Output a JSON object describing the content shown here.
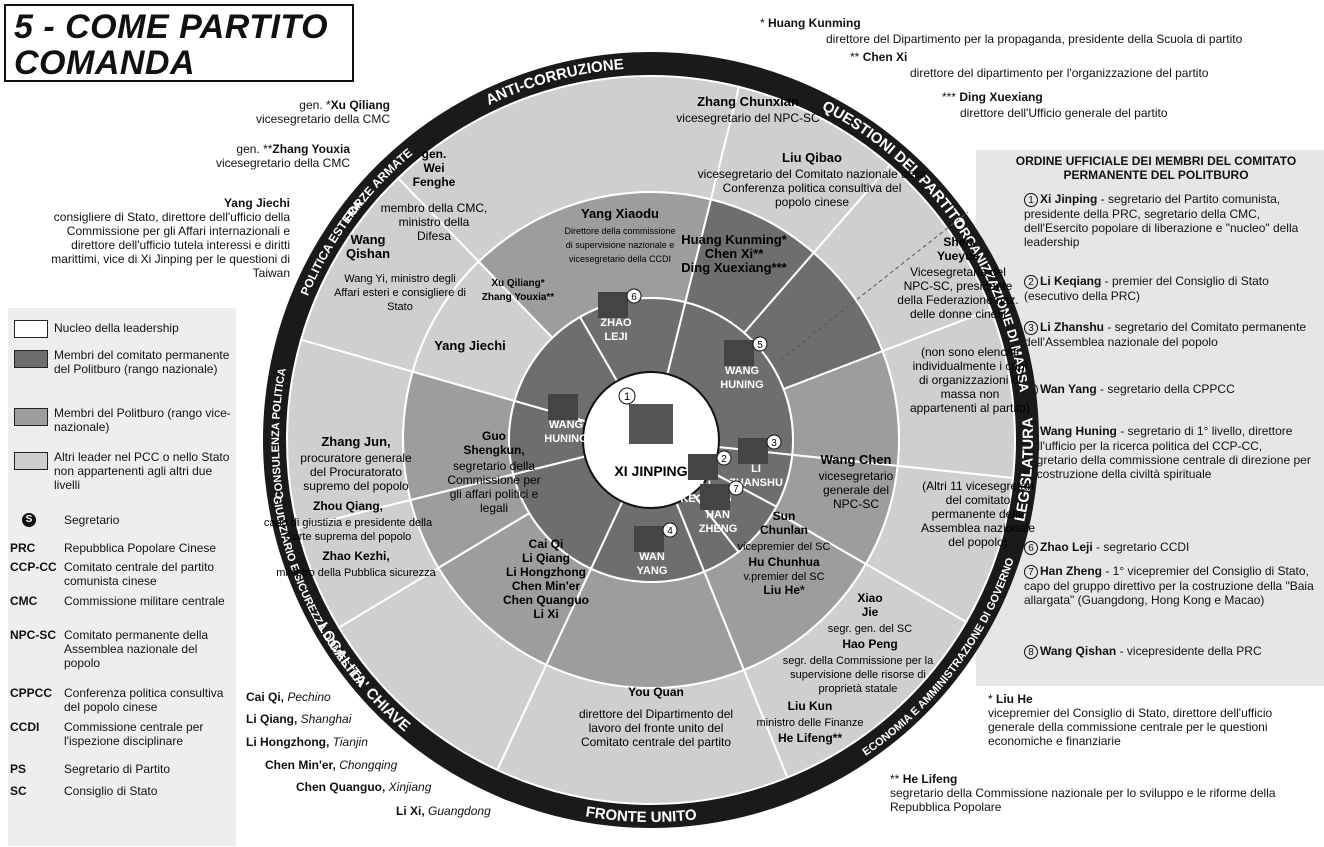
{
  "title": {
    "line1": "5 - COME PARTITO",
    "line2": "COMANDA"
  },
  "ring_labels": {
    "anti_corruzione": "ANTI-CORRUZIONE",
    "questioni_partito": "QUESTIONI DEL PARTITO",
    "organizzazione_massa": "ORGANIZZAZIONE DI MASSA",
    "legislatura": "LEGISLATURA",
    "economia": "ECONOMIA E AMMINISTRAZIONE DI GOVERNO",
    "fronte_unito": "FRONTE UNITO",
    "localita_chiave": "LOCALITA' CHIAVE",
    "giudiziario": "GIUDIZIARIO E SICUREZZA DOMESTICA",
    "consulenza": "CONSULENZA POLITICA",
    "politica_estera": "POLITICA ESTERA",
    "forze_armate": "FORZE ARMATE"
  },
  "core": {
    "name": "XI JINPING",
    "number": "1"
  },
  "standing_committee": [
    {
      "name": "ZHAO LEJI",
      "number": "6"
    },
    {
      "name": "WANG HUNING",
      "number": "5"
    },
    {
      "name": "LI ZHANSHU",
      "number": "3"
    },
    {
      "name": "LI KEQIANG",
      "number": "2"
    },
    {
      "name": "HAN ZHENG",
      "number": "7"
    },
    {
      "name": "WAN YANG",
      "number": "4"
    },
    {
      "name": "WANG HUNING",
      "number": ""
    }
  ],
  "sectors": {
    "anti_corruption_mid": {
      "name": "Yang Xiaodu",
      "desc": "Direttore della commissione di supervisione nazionale e vicesegretario della CCDI"
    },
    "military_mid": {
      "name": "gen.\nWei\nFenghe",
      "desc": "membro della CMC, ministro della Difesa"
    },
    "military_inner": "Xu Qiliang*\nZhang Youxia**",
    "foreign_outer": {
      "name": "Wang\nQishan",
      "desc": "Wang Yi, ministro degli Affari esteri e consigliere di Stato"
    },
    "foreign_inner": "Yang Jiechi",
    "party_outer": {
      "name": "Zhang Chunxian",
      "desc": "vicesegretario del NPC-SC"
    },
    "party_outer2": {
      "name": "Liu Qibao",
      "desc": "vicesegretario del Comitato nazionale della Conferenza politica consultiva del popolo cinese"
    },
    "party_inner": [
      "Huang Kunming*",
      "Chen Xi**",
      "Ding Xuexiang***"
    ],
    "mass_org": {
      "name": "Shen\nYueyue",
      "desc": "Vicesegretaria del NPC-SC, presidente della Federazione naz. delle donne cinesi",
      "note": "(non sono elencati individualmente i capi di organizzazioni di massa non appartenenti al partito)"
    },
    "legislature_mid": {
      "name": "Wang Chen",
      "desc": "vicesegretario generale del NPC-SC"
    },
    "legislature_outer": "(Altri 11 vicesegretari del comitato permanente della Assemblea nazionale del popolo)",
    "economy_mid": {
      "name": "Sun\nChunlan",
      "desc": "vicepremier del SC",
      "name2": "Hu Chunhua",
      "desc2": "v.premier del SC",
      "name3": "Liu He*"
    },
    "economy_outer": [
      {
        "name": "Xiao\nJie",
        "desc": "segr. gen. del SC"
      },
      {
        "name": "Hao Peng",
        "desc": "segr. della Commissione per la supervisione delle risorse di proprietà statale"
      },
      {
        "name": "Liu Kun",
        "desc": "ministro delle Finanze"
      },
      {
        "name": "He Lifeng**",
        "desc": ""
      }
    ],
    "united_front": {
      "name": "You Quan",
      "desc": "direttore del Dipartimento del lavoro del fronte unito del Comitato centrale del partito"
    },
    "localities_mid": [
      "Cai Qi",
      "Li Qiang",
      "Li Hongzhong",
      "Chen Min'er",
      "Chen Quanguo",
      "Li Xi"
    ],
    "justice_mid": {
      "name": "Guo\nShengkun,",
      "desc": "segretario della Commissione per gli affari politici e legali"
    },
    "justice_outer": {
      "name1": "Zhang Jun,",
      "desc1": "procuratore generale del Procuratorato supremo del popolo",
      "name2": "Zhou Qiang,",
      "desc2": "capo di giustizia e presidente della Corte suprema del popolo",
      "name3": "Zhao Kezhi,",
      "desc3": "ministro della Pubblica sicurezza"
    }
  },
  "outside_notes": {
    "xu_qiliang": {
      "prefix": "gen. *",
      "name": "Xu Qiliang",
      "desc": "vicesegretario della CMC"
    },
    "zhang_youxia": {
      "prefix": "gen. **",
      "name": "Zhang Youxia",
      "desc": "vicesegretario della CMC"
    },
    "yang_jiechi": {
      "name": "Yang Jiechi",
      "desc": "consigliere di Stato, direttore dell'ufficio della Commissione per gli Affari internazionali e direttore dell'ufficio tutela interessi e diritti marittimi, vice di Xi Jinping per le questioni di Taiwan"
    },
    "huang_kunming": {
      "prefix": "* ",
      "name": "Huang Kunming",
      "desc": "direttore del Dipartimento per la propaganda, presidente della Scuola di partito"
    },
    "chen_xi": {
      "prefix": "** ",
      "name": "Chen Xi",
      "desc": "direttore del dipartimento per l'organizzazione del partito"
    },
    "ding_xuexiang": {
      "prefix": "*** ",
      "name": "Ding Xuexiang",
      "desc": "direttore dell'Ufficio generale del partito"
    },
    "liu_he": {
      "prefix": "* ",
      "name": "Liu He",
      "desc": "vicepremier del Consiglio di Stato, direttore dell'ufficio generale della commissione centrale per le questioni economiche e finanziarie"
    },
    "he_lifeng": {
      "prefix": "** ",
      "name": "He Lifeng",
      "desc": "segretario della Commissione nazionale per lo sviluppo e le riforme della Repubblica Popolare"
    },
    "localities": [
      {
        "name": "Cai Qi,",
        "place": "Pechino"
      },
      {
        "name": "Li Qiang,",
        "place": "Shanghai"
      },
      {
        "name": "Li Hongzhong,",
        "place": "Tianjin"
      },
      {
        "name": "Chen Min'er,",
        "place": "Chongqing"
      },
      {
        "name": "Chen Quanguo,",
        "place": "Xinjiang"
      },
      {
        "name": "Li Xi,",
        "place": "Guangdong"
      }
    ]
  },
  "order": {
    "title": "ORDINE UFFICIALE DEI MEMBRI DEL COMITATO PERMANENTE DEL POLITBURO",
    "items": [
      {
        "n": "1",
        "name": "Xi Jinping",
        "desc": " - segretario del Partito comunista, presidente della PRC, segretario della CMC, dell'Esercito popolare di liberazione e \"nucleo\" della leadership"
      },
      {
        "n": "2",
        "name": "Li Keqiang",
        "desc": " - premier del Consiglio di Stato (esecutivo della PRC)"
      },
      {
        "n": "3",
        "name": "Li Zhanshu",
        "desc": " - segretario del Comitato permanente dell'Assemblea nazionale del popolo"
      },
      {
        "n": "4",
        "name": "Wan Yang",
        "desc": " - segretario della CPPCC"
      },
      {
        "n": "5",
        "name": "Wang Huning",
        "desc": " - segretario di 1° livello, direttore dell'ufficio per la ricerca politica del CCP-CC, segretario della commissione centrale di direzione per la costruzione della civiltà spirituale"
      },
      {
        "n": "6",
        "name": "Zhao Leji",
        "desc": " - segretario CCDI"
      },
      {
        "n": "7",
        "name": "Han Zheng",
        "desc": " - 1° vicepremier del Consiglio di Stato, capo del gruppo direttivo per la costruzione della \"Baia allargata\" (Guangdong, Hong Kong e Macao)"
      },
      {
        "n": "8",
        "name": "Wang Qishan",
        "desc": " - vicepresidente della PRC"
      }
    ]
  },
  "legend": {
    "swatches": [
      {
        "color": "#ffffff",
        "label": "Nucleo della leadership"
      },
      {
        "color": "#6e6e6e",
        "label": "Membri del comitato permanente del Politburo (rango nazionale)"
      },
      {
        "color": "#9d9d9d",
        "label": "Membri del Politburo (rango vice-nazionale)"
      },
      {
        "color": "#cfcfcf",
        "label": "Altri leader nel PCC o nello Stato non appartenenti agli altri due livelli"
      }
    ],
    "secretary_symbol": "S",
    "secretary_label": "Segretario",
    "abbreviations": [
      {
        "abbr": "PRC",
        "text": "Repubblica Popolare Cinese"
      },
      {
        "abbr": "CCP-CC",
        "text": "Comitato centrale del partito comunista cinese"
      },
      {
        "abbr": "CMC",
        "text": "Commissione militare centrale"
      },
      {
        "abbr": "NPC-SC",
        "text": "Comitato permanente della Assemblea nazionale del popolo"
      },
      {
        "abbr": "CPPCC",
        "text": "Conferenza politica consultiva del popolo cinese"
      },
      {
        "abbr": "CCDI",
        "text": "Commissione centrale per l'ispezione disciplinare"
      },
      {
        "abbr": "PS",
        "text": "Segretario di Partito"
      },
      {
        "abbr": "SC",
        "text": "Consiglio di Stato"
      }
    ]
  },
  "colors": {
    "core": "#ffffff",
    "standing": "#6e6e6e",
    "politburo": "#9d9d9d",
    "other": "#cfcfcf",
    "ring": "#1a1a1a"
  }
}
